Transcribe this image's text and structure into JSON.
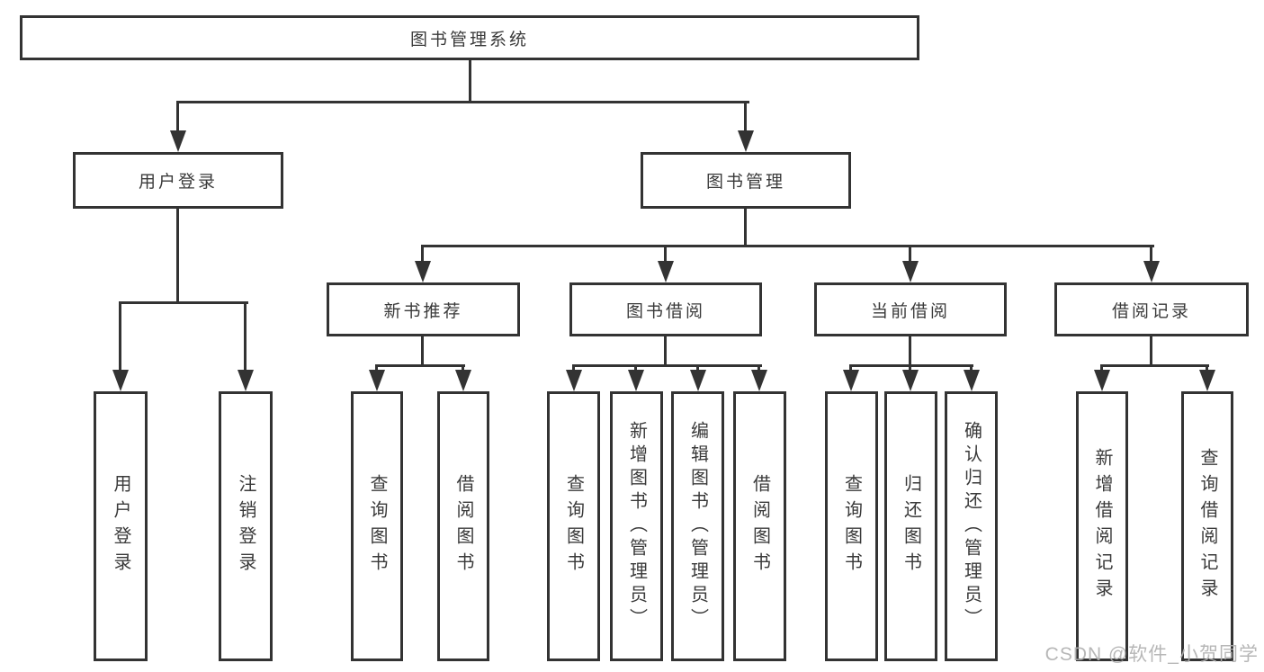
{
  "title": "图书管理系统",
  "watermark": "CSDN @软件_小贺同学",
  "colors": {
    "line": "#333333",
    "text": "#3a3a3a",
    "background": "#ffffff",
    "watermark": "#afafaf"
  },
  "level2": {
    "user_login": "用户登录",
    "book_mgmt": "图书管理"
  },
  "level3": {
    "new_books": "新书推荐",
    "book_borrow": "图书借阅",
    "current_borrow": "当前借阅",
    "borrow_records": "借阅记录"
  },
  "leaves": {
    "user_login": [
      "用户登录",
      "注销登录"
    ],
    "new_books": [
      "查询图书",
      "借阅图书"
    ],
    "book_borrow": [
      "查询图书",
      "新增图书（管理员）",
      "编辑图书（管理员）",
      "借阅图书"
    ],
    "current_borrow": [
      "查询图书",
      "归还图书",
      "确认归还（管理员）"
    ],
    "borrow_records": [
      "新增借阅记录",
      "查询借阅记录"
    ]
  }
}
